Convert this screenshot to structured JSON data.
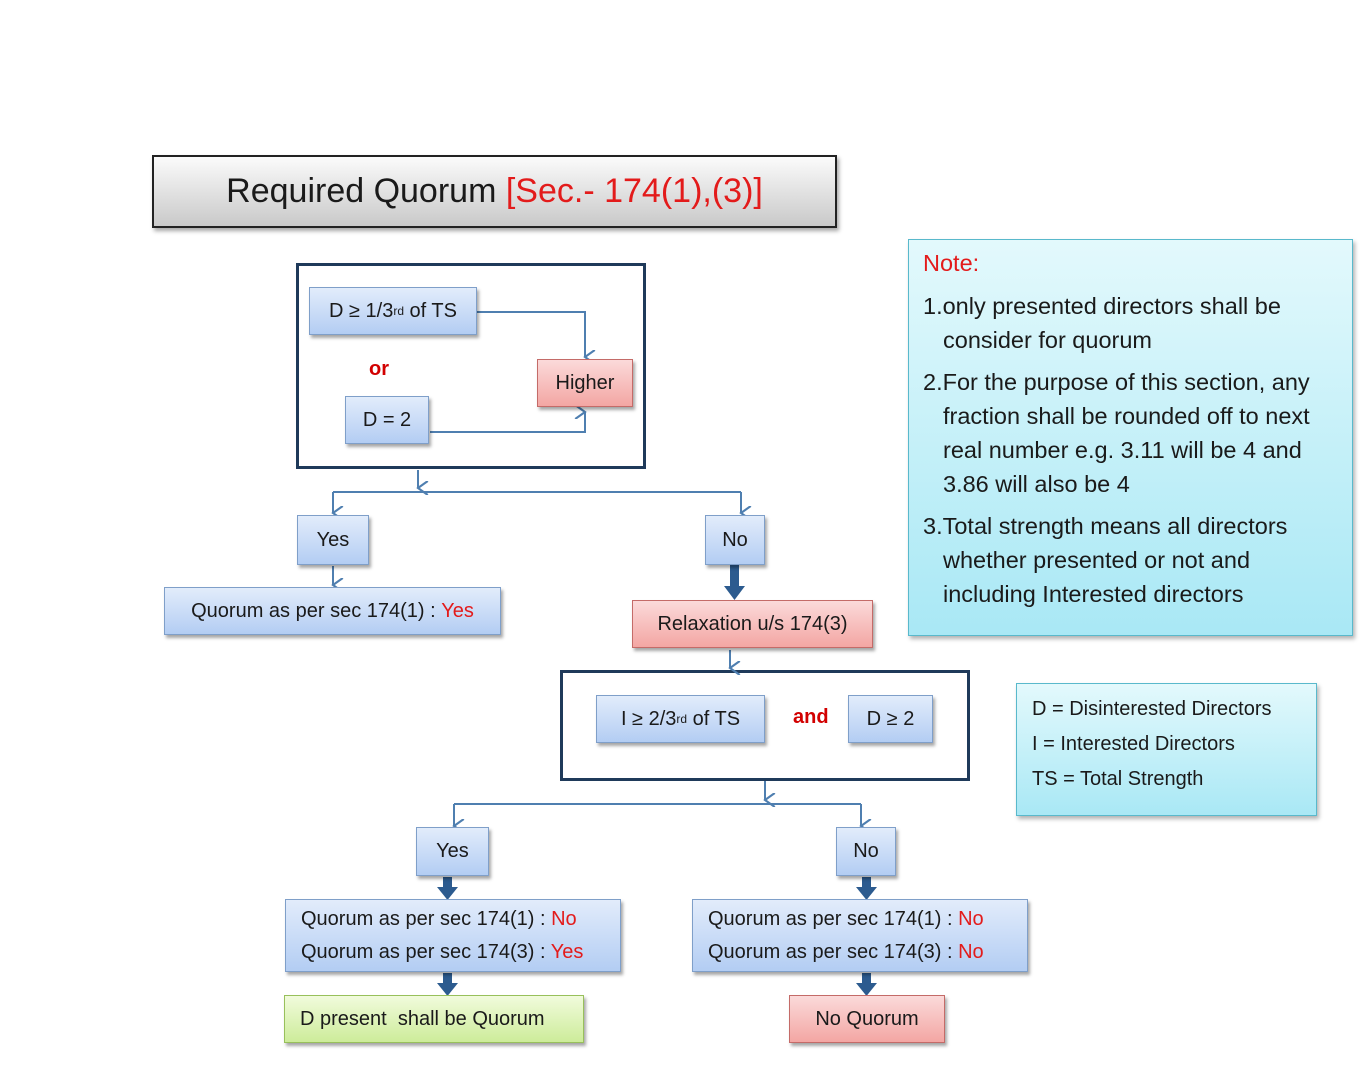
{
  "title": {
    "main": "Required Quorum",
    "section": "[Sec.- 174(1),(3)]"
  },
  "box1": {
    "cond1_pre": "D ≥ 1/3",
    "cond1_sup": "rd",
    "cond1_post": " of TS",
    "or_label": "or",
    "cond2": "D = 2",
    "higher": "Higher"
  },
  "branch1": {
    "yes": "Yes",
    "no": "No",
    "yes_result_prefix": "Quorum as per sec 174(1) : ",
    "yes_result_value": "Yes",
    "relaxation": "Relaxation u/s 174(3)"
  },
  "box2": {
    "cond1_pre": "I ≥ 2/3",
    "cond1_sup": "rd",
    "cond1_post": " of TS",
    "and_label": "and",
    "cond2": "D ≥ 2"
  },
  "branch2": {
    "yes": "Yes",
    "no": "No",
    "yes_line1_prefix": "Quorum as per sec 174(1) : ",
    "yes_line1_value": "No",
    "yes_line2_prefix": "Quorum as per sec 174(3) : ",
    "yes_line2_value": "Yes",
    "no_line1_prefix": "Quorum as per sec 174(1) : ",
    "no_line1_value": "No",
    "no_line2_prefix": "Quorum as per sec 174(3) : ",
    "no_line2_value": "No",
    "yes_final": "D present  shall be Quorum",
    "no_final": "No Quorum"
  },
  "note": {
    "heading": "Note:",
    "items": [
      "1.only presented directors shall be consider for quorum",
      "2.For the purpose of this section, any fraction shall be rounded off to next real number e.g. 3.11 will be 4 and 3.86 will also be 4",
      "3.Total strength means all directors whether presented or not and including Interested directors"
    ]
  },
  "legend": {
    "items": [
      "D = Disinterested Directors",
      "I = Interested Directors",
      "TS = Total Strength"
    ]
  },
  "colors": {
    "accent_red": "#e31b1b",
    "frame": "#1f3a5a",
    "line": "#4f7fb0",
    "thick_arrow": "#2c5b8f",
    "blue_box": "#b3cdf3",
    "pink_box": "#f3a6a3",
    "green_box": "#cdec9a",
    "note_box": "#a9e8f5"
  }
}
